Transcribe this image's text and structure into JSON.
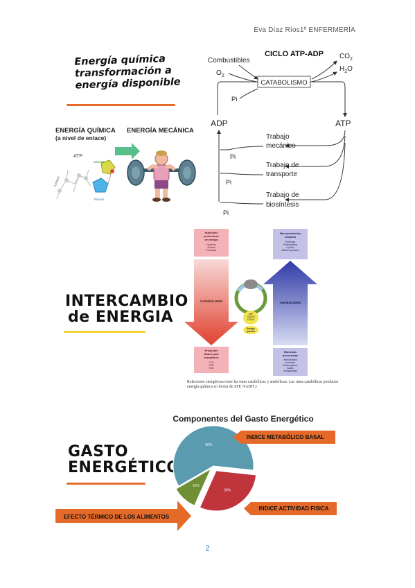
{
  "header": {
    "author_line": "Eva Díaz Ríos1º ENFERMERÍA"
  },
  "section1": {
    "title_lines": [
      "Energía química",
      "transformación a",
      "energía disponible"
    ],
    "label_quimica": "ENERGÍA QUÍMICA",
    "label_enlace": "(a nivel de enlace)",
    "label_mecanica": "ENERGÍA MECÁNICA",
    "molecule_labels": {
      "atp": "ATP",
      "adenina": "Adenina",
      "ribosa": "Ribosa",
      "fosfatos": "fosfatos"
    }
  },
  "atp_cycle": {
    "title": "CICLO ATP-ADP",
    "combustibles": "Combustibles",
    "o2": "O",
    "o2_sub": "2",
    "co2": "CO",
    "co2_sub": "2",
    "h2o_h": "H",
    "h2o_sub": "2",
    "h2o_o": "O",
    "catabolismo": "CATABOLISMO",
    "adp": "ADP",
    "atp": "ATP",
    "pi": "Pi",
    "trabajo_mecanico_1": "Trabajo",
    "trabajo_mecanico_2": "mecánico",
    "trabajo_transporte_1": "Trabajo de",
    "trabajo_transporte_2": "transporte",
    "trabajo_biosintesis_1": "Trabajo de",
    "trabajo_biosintesis_2": "biosíntesis"
  },
  "section2": {
    "title_line1": "INTERCAMBIO",
    "title_line2": "de ENERGIA",
    "nutrientes": [
      "Nutrientes",
      "productores",
      "de energía"
    ],
    "nutrientes_items": [
      "Glúcidos",
      "Grasas",
      "Proteínas"
    ],
    "catabolismo": "CATABOLISMO",
    "productos": [
      "Productos",
      "finales para",
      "energéticos"
    ],
    "productos_items": [
      "CO2",
      "H2O",
      "NH3"
    ],
    "macromoleculas": [
      "Macromoléculas",
      "celulares"
    ],
    "macromoleculas_items": [
      "Proteínas",
      "Polisacáridos",
      "Lípidos",
      "Ácidos nucleicos"
    ],
    "anabolismo": "ANABOLISMO",
    "moleculas": [
      "Moléculas",
      "precursoras"
    ],
    "moleculas_items": [
      "Aminoácidos",
      "Azúcares",
      "Ácidos grasos",
      "Bases",
      "nitrogenadas"
    ],
    "center_atp": [
      "ADP",
      "NADPH",
      "FADH2"
    ],
    "energia_quimica": [
      "Energía",
      "química"
    ],
    "caption": "Relaciones energéticas entre las rutas catabólicas y anabólicas. Las rutas catabólicas producen energía química en forma de ATP, NADH y"
  },
  "section3": {
    "title_line1": "GASTO",
    "title_line2": "ENERGÉTICO",
    "chart_title": "Componentes del Gasto Energético",
    "label_basal": "INDICE METABÓLICO BASAL",
    "label_actividad": "INDICE ACTIVIDAD FISICA",
    "label_termico": "EFECTO TÉRMICO DE LOS ALIMENTOS"
  },
  "chart_data": {
    "type": "pie",
    "title": "Componentes del Gasto Energético",
    "slices": [
      {
        "label": "INDICE METABÓLICO BASAL",
        "value": 60,
        "display": "60%",
        "color": "#5a9bb0"
      },
      {
        "label": "INDICE ACTIVIDAD FISICA",
        "value": 30,
        "display": "30%",
        "color": "#c0343c"
      },
      {
        "label": "EFECTO TÉRMICO DE LOS ALIMENTOS",
        "value": 10,
        "display": "10%",
        "color": "#6f8f34"
      }
    ]
  },
  "footer": {
    "page_number": "2"
  },
  "colors": {
    "orange": "#e56a2a",
    "yellow": "#f1d235",
    "page_number": "#2f6bb0"
  }
}
